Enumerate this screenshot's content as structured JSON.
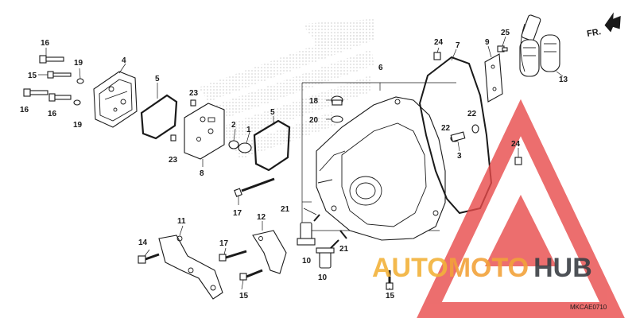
{
  "diagram": {
    "direction_label": "FR.",
    "figure_code": "MKCAE0710",
    "colors": {
      "line": "#1a1a1a",
      "watermark_red": "#e84a4a",
      "watermark_gold": "#f2b23a",
      "watermark_gray": "#3a3f44"
    },
    "parts": [
      {
        "id": "p1",
        "text": "1"
      },
      {
        "id": "p2",
        "text": "2"
      },
      {
        "id": "p3",
        "text": "3"
      },
      {
        "id": "p4",
        "text": "4"
      },
      {
        "id": "p5a",
        "text": "5"
      },
      {
        "id": "p5b",
        "text": "5"
      },
      {
        "id": "p6",
        "text": "6"
      },
      {
        "id": "p7",
        "text": "7"
      },
      {
        "id": "p8",
        "text": "8"
      },
      {
        "id": "p9",
        "text": "9"
      },
      {
        "id": "p10a",
        "text": "10"
      },
      {
        "id": "p10b",
        "text": "10"
      },
      {
        "id": "p11",
        "text": "11"
      },
      {
        "id": "p12",
        "text": "12"
      },
      {
        "id": "p13",
        "text": "13"
      },
      {
        "id": "p14",
        "text": "14"
      },
      {
        "id": "p15a",
        "text": "15"
      },
      {
        "id": "p15b",
        "text": "15"
      },
      {
        "id": "p15c",
        "text": "15"
      },
      {
        "id": "p16a",
        "text": "16"
      },
      {
        "id": "p16b",
        "text": "16"
      },
      {
        "id": "p16c",
        "text": "16"
      },
      {
        "id": "p17a",
        "text": "17"
      },
      {
        "id": "p17b",
        "text": "17"
      },
      {
        "id": "p18",
        "text": "18"
      },
      {
        "id": "p19a",
        "text": "19"
      },
      {
        "id": "p19b",
        "text": "19"
      },
      {
        "id": "p20",
        "text": "20"
      },
      {
        "id": "p21a",
        "text": "21"
      },
      {
        "id": "p21b",
        "text": "21"
      },
      {
        "id": "p22a",
        "text": "22"
      },
      {
        "id": "p22b",
        "text": "22"
      },
      {
        "id": "p23a",
        "text": "23"
      },
      {
        "id": "p23b",
        "text": "23"
      },
      {
        "id": "p24a",
        "text": "24"
      },
      {
        "id": "p24b",
        "text": "24"
      },
      {
        "id": "p25",
        "text": "25"
      }
    ]
  },
  "watermark": {
    "part1": "AUTO",
    "part2": "MOTO",
    "part3": "HUB"
  }
}
